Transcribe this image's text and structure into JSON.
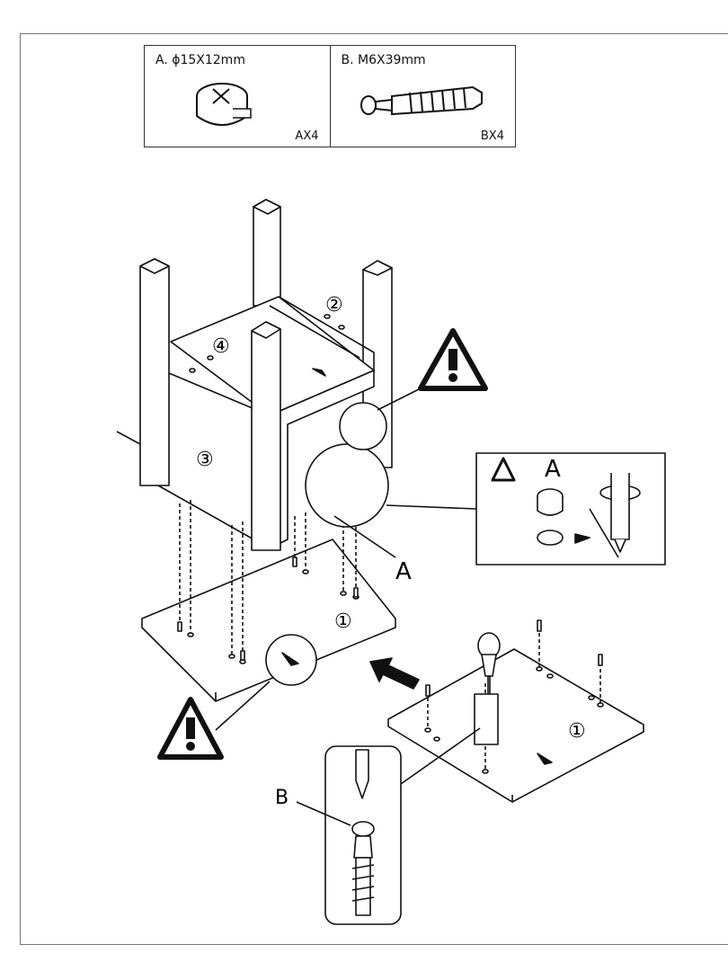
{
  "parts": {
    "a": {
      "label": "A.  ϕ15X12mm",
      "qty": "AX4"
    },
    "b": {
      "label": "B.  M6X39mm",
      "qty": "BX4"
    }
  },
  "callouts": {
    "panel_1": "①",
    "panel_2": "②",
    "panel_3": "③",
    "panel_4": "④",
    "fitting_a": "A",
    "detail_a": "A",
    "fitting_b": "B",
    "panel_1_right": "①"
  },
  "icons": [
    "warning-icon",
    "arrow-icon",
    "rotate-icon",
    "screwdriver-icon",
    "cam-lock-icon",
    "bolt-icon"
  ],
  "colors": {
    "line": "#111111",
    "fill": "#ffffff"
  }
}
